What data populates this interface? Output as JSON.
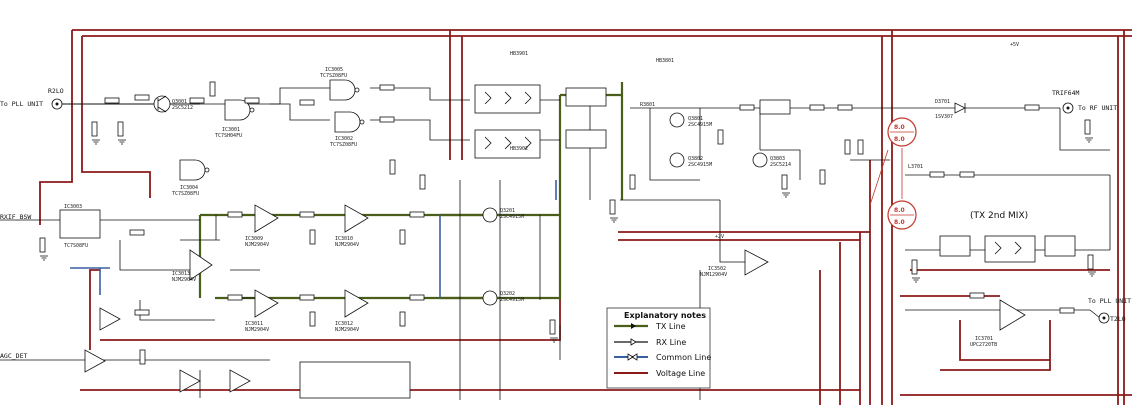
{
  "labels": {
    "r2lo": "R2LO",
    "to_pll_left": "To PLL UNIT",
    "trif64m": "TRIF64M",
    "to_rf_unit": "To RF UNIT",
    "t2lo": "T2LO",
    "to_pll_right": "To PLL UNIT",
    "tx_2nd_mix": "(TX 2nd MIX)",
    "rxif_bsw": "RXIF_BSW",
    "agc_det": "AGC_DET",
    "plus5v": "+5V",
    "plus2v": "+2V",
    "circle_top_a": "8.0",
    "circle_top_b": "8.0",
    "circle_bot_a": "8.0",
    "circle_bot_b": "8.0",
    "q3001": "Q3001",
    "q3001_type": "2SC5212",
    "ic3001": "IC3001",
    "ic3001_type": "TC7SH04FU",
    "ic3003": "IC3003",
    "ic3003_type": "TC7S08FU",
    "ic3005": "IC3005",
    "ic3005_type": "TC7SZ08FU",
    "ic3002": "IC3002",
    "ic3002_type": "TC7SZ08FU",
    "ic3004": "IC3004",
    "ic3004_type": "TC7SZ08FU",
    "ic3013": "IC3013",
    "ic3013_type": "NJM2904V",
    "ic3009": "IC3009",
    "ic3009_type": "NJM2904V",
    "ic3010": "IC3010",
    "ic3010_type": "NJM2904V",
    "ic3011": "IC3011",
    "ic3011_type": "NJM2904V",
    "ic3012": "IC3012",
    "ic3012_type": "NJM2904V",
    "ic3502": "IC3502",
    "ic3502_type": "NJM12904V",
    "q3201": "Q3201",
    "q3201_type": "2SC4915M",
    "q3202": "Q3202",
    "q3202_type": "2SC4915M",
    "q3801": "Q3801",
    "q3801_type": "2SC4915M",
    "q3802": "Q3802",
    "q3802_type": "2SC4915M",
    "q3803": "Q3803",
    "q3803_type": "2SC5214",
    "ic3701": "IC3701",
    "ic3701_type": "UPC2720TB",
    "hb3901": "HB3901",
    "hb3902": "HB3902",
    "hb3801": "HB3801",
    "r3801": "R3801",
    "l3701": "L3701",
    "d3701": "D3701",
    "d3701_type": "1SV307",
    "legend": {
      "title": "Explanatory notes",
      "tx": "TX Line",
      "rx": "RX Line",
      "common": "Common Line",
      "voltage": "Voltage Line"
    }
  },
  "colors": {
    "tx_line": "#4b5f1a",
    "rx_line": "#111111",
    "common_line": "#3a5fa0",
    "voltage_line": "#8b1a1a",
    "annotation_red": "#c0392b"
  },
  "icons": {
    "ground": "ground-symbol",
    "transistor": "npn-transistor-symbol",
    "opamp": "opamp-triangle-symbol",
    "and_gate": "and-gate-symbol",
    "connector": "coax-connector-symbol"
  }
}
